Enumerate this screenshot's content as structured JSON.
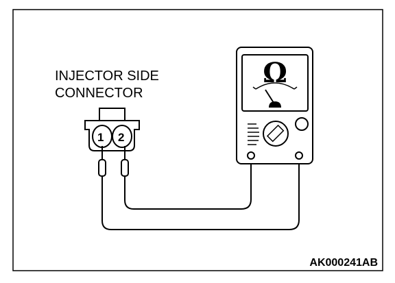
{
  "connector": {
    "label_line1": "INJECTOR SIDE",
    "label_line2": "CONNECTOR",
    "pins": [
      "1",
      "2"
    ]
  },
  "meter": {
    "symbol": "Ω",
    "icon": "ohmmeter-icon"
  },
  "figure_code": "AK000241AB",
  "colors": {
    "line": "#000000",
    "background": "#ffffff"
  }
}
